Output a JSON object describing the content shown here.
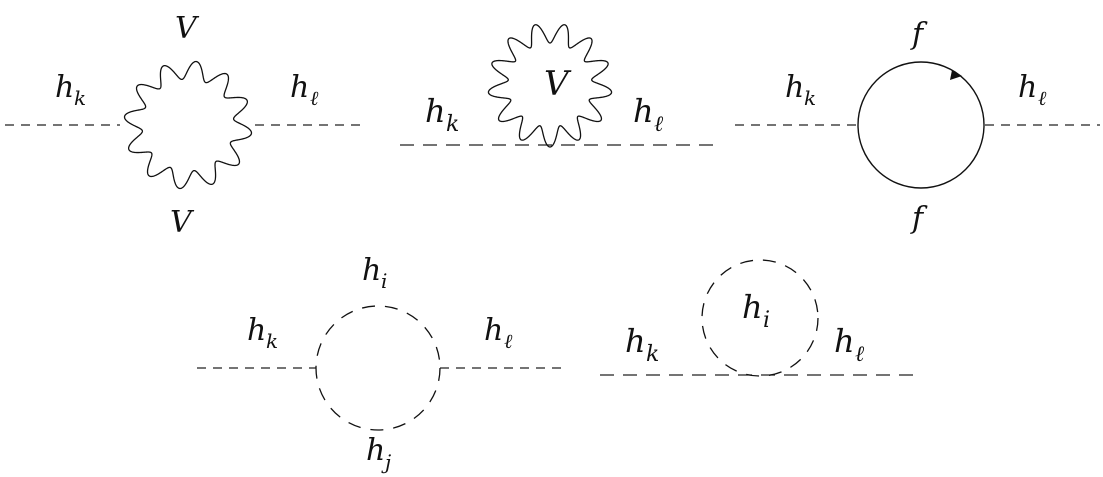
{
  "diagrams": [
    {
      "id": "vector-bubble",
      "labels": {
        "in_main": "h",
        "in_sub": "k",
        "out_main": "h",
        "out_sub": "ℓ",
        "top": "V",
        "bottom": "V"
      }
    },
    {
      "id": "vector-tadpole",
      "labels": {
        "in_main": "h",
        "in_sub": "k",
        "out_main": "h",
        "out_sub": "ℓ",
        "loop": "V"
      }
    },
    {
      "id": "fermion-loop",
      "labels": {
        "in_main": "h",
        "in_sub": "k",
        "out_main": "h",
        "out_sub": "ℓ",
        "top": "f",
        "bottom": "f"
      }
    },
    {
      "id": "scalar-bubble",
      "labels": {
        "in_main": "h",
        "in_sub": "k",
        "out_main": "h",
        "out_sub": "ℓ",
        "top_main": "h",
        "top_sub": "i",
        "bottom_main": "h",
        "bottom_sub": "j"
      }
    },
    {
      "id": "scalar-tadpole",
      "labels": {
        "in_main": "h",
        "in_sub": "k",
        "out_main": "h",
        "out_sub": "ℓ",
        "loop_main": "h",
        "loop_sub": "i"
      }
    }
  ]
}
